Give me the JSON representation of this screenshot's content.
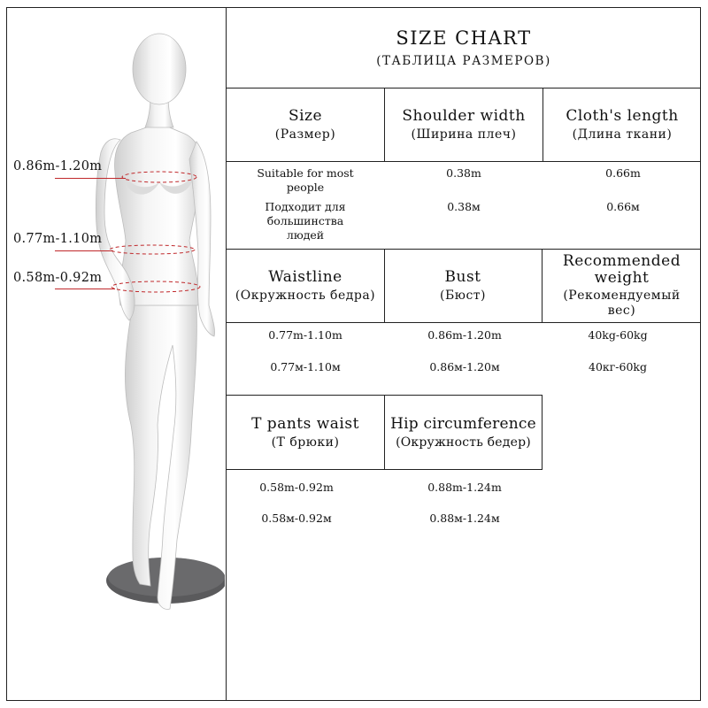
{
  "title": "SIZE CHART",
  "subtitle": "(ТАБЛИЦА РАЗМЕРОВ)",
  "row1": {
    "headers": [
      {
        "main": "Size",
        "sub": "(Размер)"
      },
      {
        "main": "Shoulder width",
        "sub": "(Ширина плеч)"
      },
      {
        "main": "Cloth's length",
        "sub": "(Длина ткани)"
      }
    ],
    "values_en": [
      "Suitable for most people",
      "0.38m",
      "0.66m"
    ],
    "values_ru": [
      "Подходит для большинства людей",
      "0.38м",
      "0.66м"
    ]
  },
  "row2": {
    "headers": [
      {
        "main": "Waistline",
        "sub": "(Окружность бедра)"
      },
      {
        "main": "Bust",
        "sub": "(Бюст)"
      },
      {
        "main": "Recommended weight",
        "sub": "(Рекомендуемый вес)"
      }
    ],
    "values_en": [
      "0.77m-1.10m",
      "0.86m-1.20m",
      "40kg-60kg"
    ],
    "values_ru": [
      "0.77м-1.10м",
      "0.86м-1.20м",
      "40кг-60kg"
    ]
  },
  "row3": {
    "headers": [
      {
        "main": "T pants waist",
        "sub": "(Т брюки)"
      },
      {
        "main": "Hip circumference",
        "sub": "(Окружность бедер)"
      }
    ],
    "values_en": [
      "0.58m-0.92m",
      "0.88m-1.24m"
    ],
    "values_ru": [
      "0.58м-0.92м",
      "0.88м-1.24м"
    ]
  },
  "measurements": {
    "bust": "0.86m-1.20m",
    "waist": "0.77m-1.10m",
    "hip": "0.58m-0.92m"
  },
  "colors": {
    "measure_line": "#c0282b",
    "mannequin": "#f1f1f1",
    "base": "#5a5a5c"
  }
}
